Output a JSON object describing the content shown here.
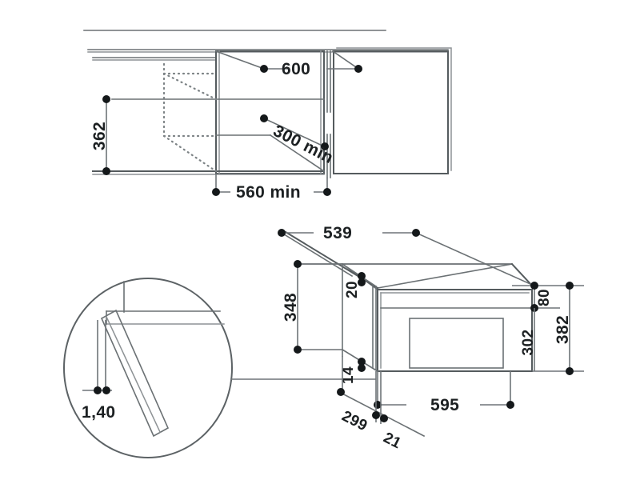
{
  "drawing": {
    "title": "Built-in appliance installation dimensions",
    "units": "mm",
    "line_color": "#555b5e",
    "dim_text_color": "#1c2022",
    "background": "#ffffff"
  },
  "top_view": {
    "name": "cabinet-recess-plan-view",
    "dimensions": {
      "niche_width": "600",
      "cabinet_depth": "362",
      "recess_width_min": "560 min",
      "opening_clearance_min": "300 min"
    }
  },
  "detail_circle": {
    "name": "door-edge-detail",
    "dimension": "1,40"
  },
  "front_view": {
    "name": "appliance-isometric-view",
    "dimensions": {
      "top_depth": "539",
      "side_height": "348",
      "top_offset": "20",
      "bottom_offset": "14",
      "flange_top": "80",
      "body_height": "302",
      "overall_height": "382",
      "overall_width": "595",
      "depth_rear": "299",
      "depth_front": "21"
    }
  },
  "labels": {
    "d600": "600",
    "d362": "362",
    "d560min": "560 min",
    "d300min": "300 min",
    "d140": "1,40",
    "d539": "539",
    "d348": "348",
    "d20": "20",
    "d14": "14",
    "d80": "80",
    "d302": "302",
    "d382": "382",
    "d595": "595",
    "d299": "299",
    "d21": "21"
  }
}
